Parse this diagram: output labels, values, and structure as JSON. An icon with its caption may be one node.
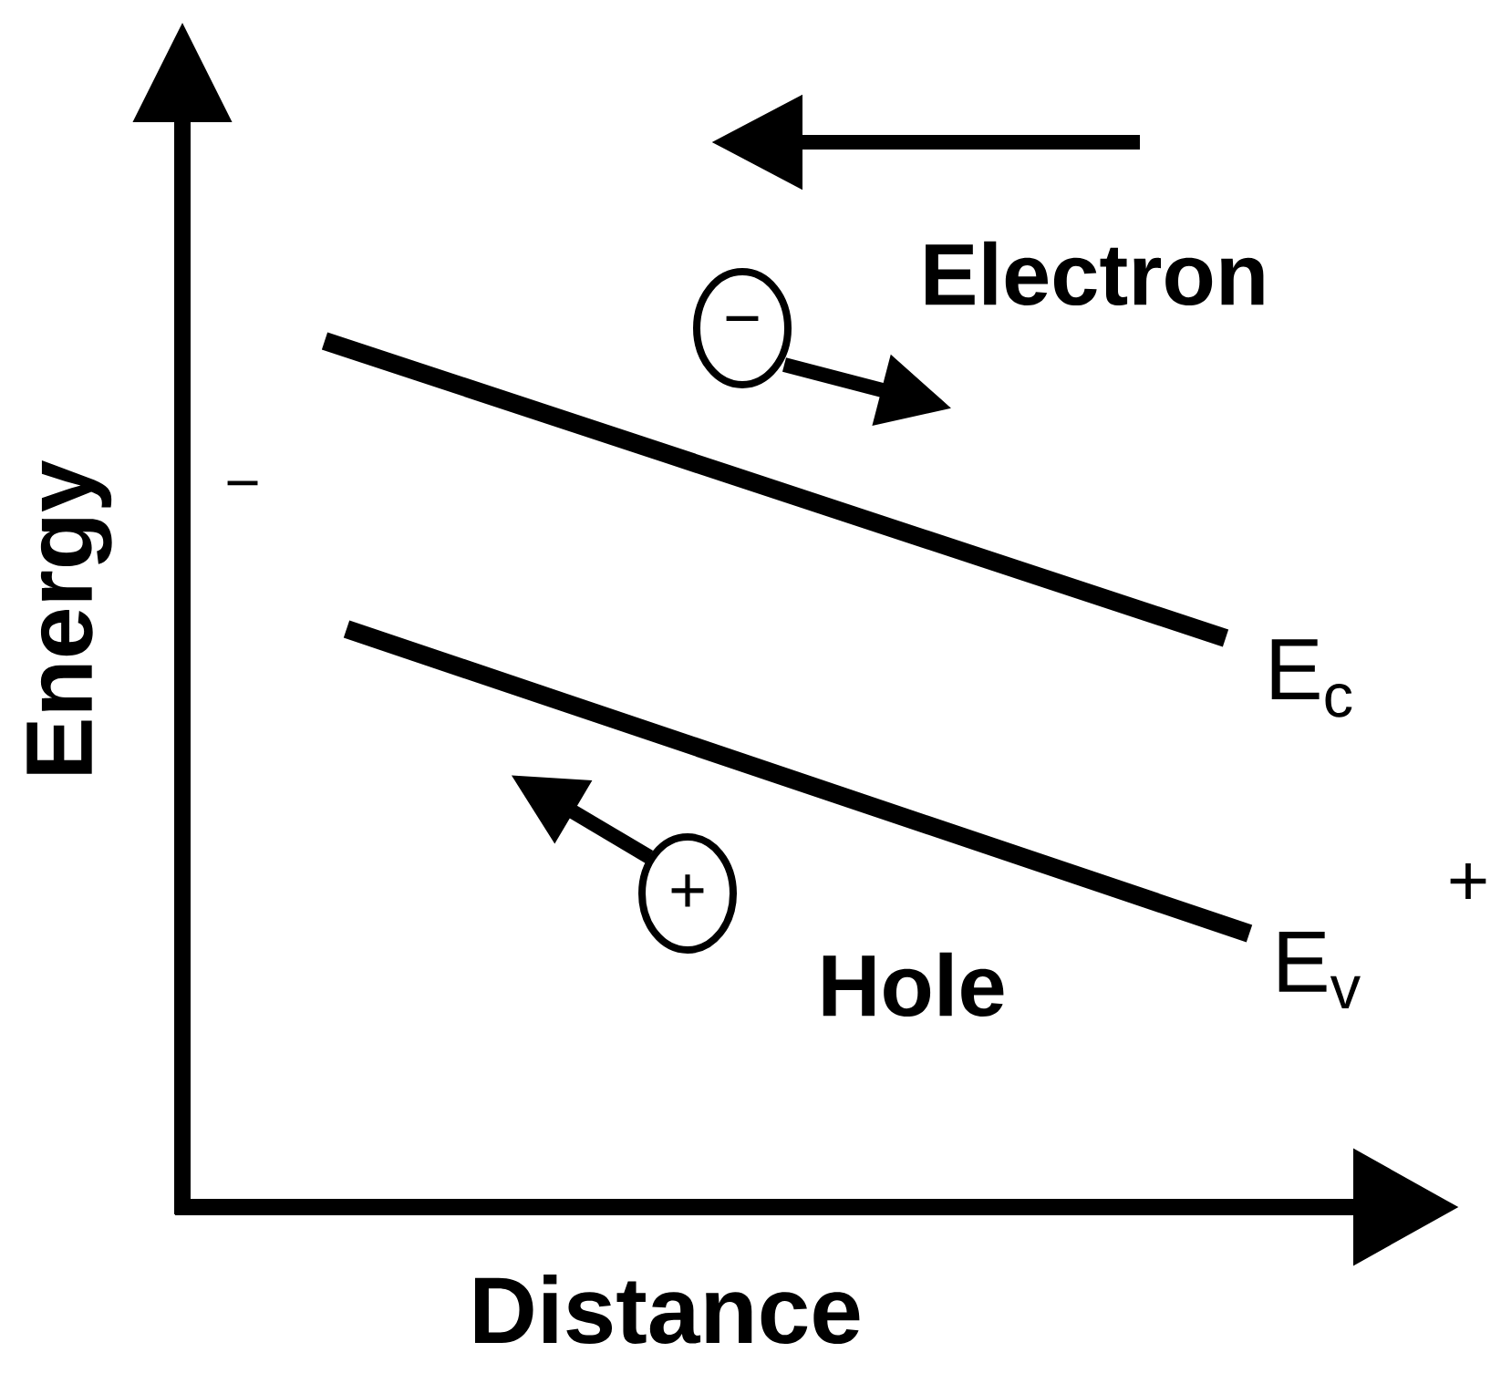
{
  "diagram": {
    "nodes": [
      {
        "text": [
          "−"
        ]
      },
      {
        "text": [
          "+"
        ]
      }
    ],
    "labels": [
      "Electron",
      "−",
      "E$_{c}$",
      "E$_{v}$",
      "+",
      "Hole",
      "Energy",
      "Distance"
    ]
  }
}
